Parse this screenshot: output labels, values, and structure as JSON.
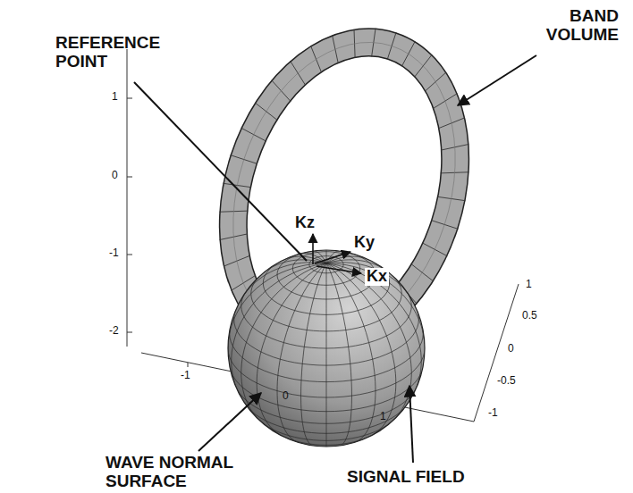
{
  "diagram": {
    "labels": [
      "REFERENCE POINT",
      "BAND VOLUME",
      "Kz",
      "Ky",
      "Kx",
      "1",
      "0",
      "-1",
      "-2",
      "-1",
      "0",
      "1",
      "1",
      "0.5",
      "0",
      "-0.5",
      "-1",
      "WAVE NORMAL SURFACE",
      "SIGNAL FIELD"
    ]
  }
}
